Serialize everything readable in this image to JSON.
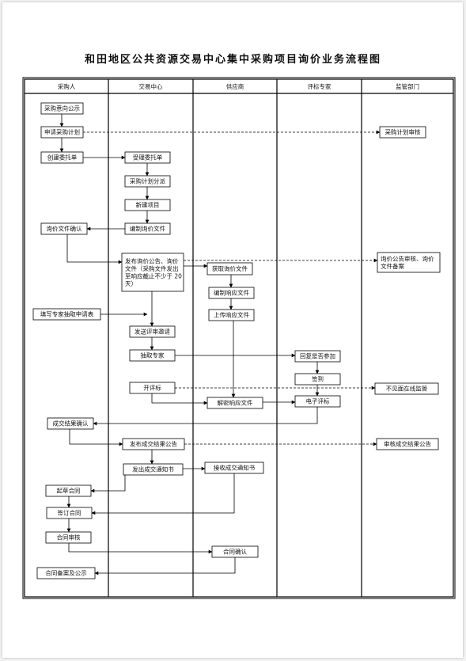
{
  "title": "和田地区公共资源交易中心集中采购项目询价业务流程图",
  "lanes": [
    "采购人",
    "交易中心",
    "供应商",
    "评标专家",
    "监管部门"
  ],
  "nodes": {
    "n1": "采购意向公示",
    "n2": "申请采购计划",
    "n3": "采购计划审核",
    "n4": "创建委托单",
    "n5": "受理委托单",
    "n6": "采购计划分派",
    "n7": "新建项目",
    "n8": "编制询价文件",
    "n9": "询价文件确认",
    "n10": [
      "发布询价公告、询价",
      "文件（采购文件发出",
      "至响应截止不少于 20",
      "天）"
    ],
    "n11": "获取询价文件",
    "n12": [
      "询价公告审核、询价",
      "文件备案"
    ],
    "n13": "编制响应文件",
    "n14": "上传响应文件",
    "n15": "填写专家抽取申请表",
    "n16": "发送评审邀请",
    "n17": "抽取专家",
    "n18": "回复是否参加",
    "n19": "签到",
    "n20": "开评标",
    "n21": "不见面在线监管",
    "n22": "解密响应文件",
    "n23": "电子评标",
    "n24": "成交结果确认",
    "n25": "发布成交结果公告",
    "n26": "审核成交结果公告",
    "n27": "发出成交通知书",
    "n28": "接收成交通知书",
    "n29": "起草合同",
    "n30": "签订合同",
    "n31": "合同审核",
    "n32": "合同确认",
    "n33": "合同备案及公示"
  }
}
